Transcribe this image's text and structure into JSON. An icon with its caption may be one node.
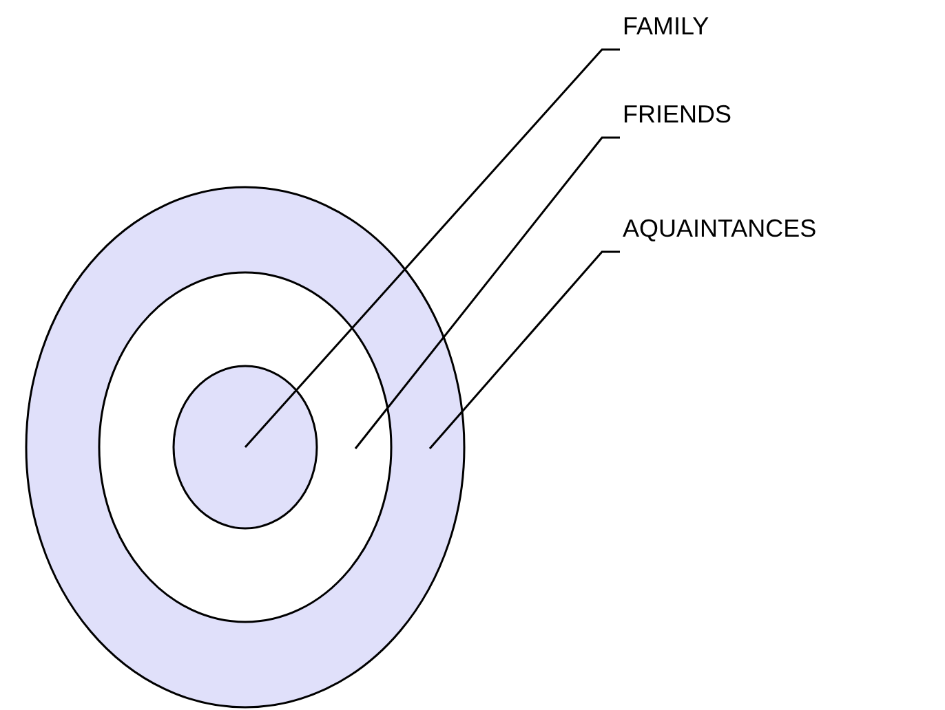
{
  "diagram": {
    "nodes": [
      {
        "text": [],
        "shape": "circle"
      },
      {
        "text": [],
        "shape": "circle",
        "in": 0
      },
      {
        "text": [],
        "shape": "circle",
        "in": 1
      },
      {
        "text": [
          "FAMILY"
        ]
      },
      {
        "text": [
          "FRIENDS"
        ]
      },
      {
        "text": [
          "AQUAINTANCES"
        ]
      }
    ],
    "edges": [
      {
        "from": 3,
        "to": 2,
        "arrow": "none"
      },
      {
        "from": 4,
        "to": 1,
        "arrow": "none"
      },
      {
        "from": 5,
        "to": 0,
        "arrow": "none"
      }
    ]
  }
}
